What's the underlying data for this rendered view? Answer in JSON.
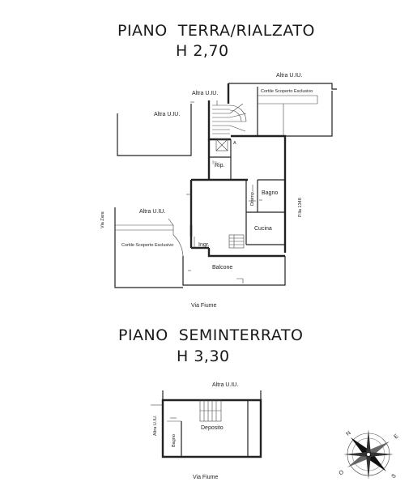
{
  "ground_floor": {
    "title": "PIANO  TERRA/RIALZATO",
    "height": "H 2,70",
    "rooms": {
      "altra_uiu_top_right": "Altra U.IU.",
      "cortile_top": "Cortile Scoperto Esclusivo",
      "altra_uiu_top_center": "Altra U.IU.",
      "altra_uiu_left_upper": "Altra U.IU.",
      "rip": "Rip.",
      "disimp": "Disimp.",
      "bagno": "Bagno",
      "pilla": "P.lla 1348",
      "via_zara": "Via Zara",
      "altra_uiu_left_lower": "Altra U.IU.",
      "cucina": "Cucina",
      "cortile_left": "Cortile Scoperto Esclusivo",
      "ingr": "Ingr.",
      "balcone": "Balcone",
      "via_fiume": "Via Fiume"
    }
  },
  "basement": {
    "title": "PIANO  SEMINTERRATO",
    "height": "H 3,30",
    "rooms": {
      "altra_uiu_top": "Altra U.IU.",
      "altra_uiu_left": "Altra U.IU.",
      "deposito": "Deposito",
      "bagno": "Bagno",
      "via_fiume": "Via Fiume"
    }
  },
  "compass": {
    "n": "N",
    "e": "E",
    "s": "S",
    "o": "O"
  }
}
